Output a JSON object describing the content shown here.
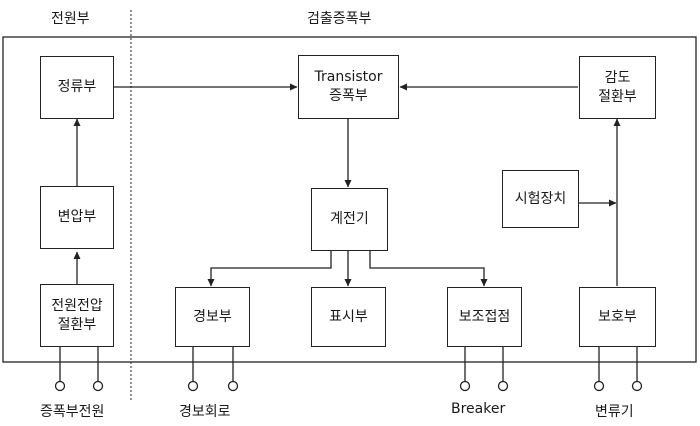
{
  "sections": {
    "power": "전원부",
    "detect_amp": "검출증폭부"
  },
  "boxes": {
    "rectifier": [
      "정류부"
    ],
    "transformer": [
      "변압부"
    ],
    "voltage_switch": [
      "전원전압",
      "절환부"
    ],
    "transistor_amp": [
      "Transistor",
      "증폭부"
    ],
    "sensitivity_switch": [
      "감도",
      "절환부"
    ],
    "test_device": [
      "시험장치"
    ],
    "relay": [
      "계전기"
    ],
    "alarm": [
      "경보부"
    ],
    "display": [
      "표시부"
    ],
    "aux_contact": [
      "보조접점"
    ],
    "protection": [
      "보호부"
    ]
  },
  "terminals": {
    "amp_power": "증폭부전원",
    "alarm_circuit": "경보회로",
    "breaker": "Breaker",
    "current_transformer": "변류기"
  }
}
